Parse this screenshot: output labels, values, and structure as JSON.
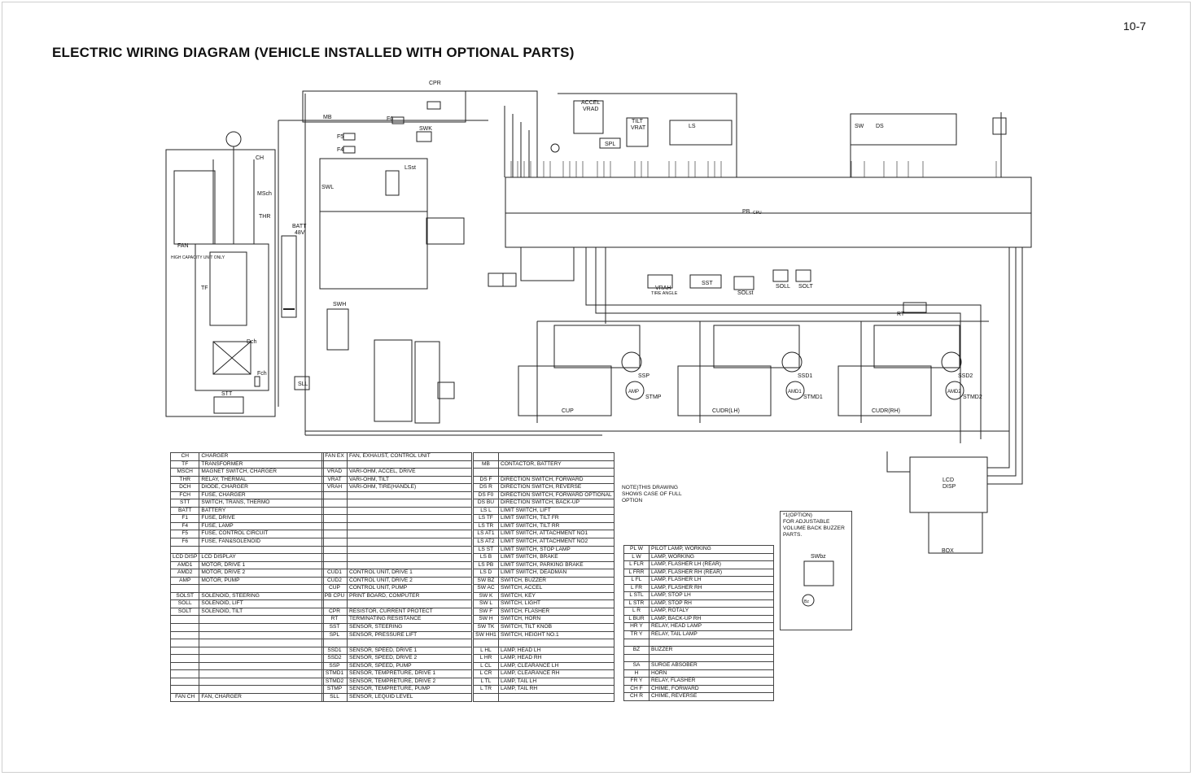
{
  "page": {
    "number": "10-7",
    "title": "ELECTRIC WIRING DIAGRAM (VEHICLE INSTALLED WITH OPTIONAL PARTS)"
  },
  "diagram": {
    "blocks": {
      "ch": "CH",
      "ms": "MSch",
      "thr": "THR",
      "tf": "TF",
      "dch": "Dch",
      "fch": "Fch",
      "stt": "STT",
      "fan_label": "FAN",
      "fan_note": "HIGH CAPACITY UNIT ONLY",
      "batt": "BATT",
      "batt_v": "48V",
      "sll": "SLL",
      "swh": "SWH",
      "cpr": "CPR",
      "f6": "F6",
      "f5": "F5",
      "f4": "F4",
      "accel": "ACCEL",
      "vrad": "VRAD",
      "spl": "SPL",
      "tilt": "TILT",
      "vrat": "VRAT",
      "pb": "PB",
      "pb_sub": "CPU",
      "vrah": "VRAH",
      "tire_angle": "TIRE ANGLE",
      "sst": "SST",
      "solst": "SOLst",
      "soll": "SOLL",
      "solt": "SOLT",
      "rt": "RT",
      "cup": "CUP",
      "cudr_lh": "CUDR(LH)",
      "cudr_rh": "CUDR(RH)",
      "ssp": "SSP",
      "ssd1": "SSD1",
      "ssd2": "SSD2",
      "stmp": "STMP",
      "stmd1": "STMD1",
      "stmd2": "STMD2",
      "amp": "AMP",
      "amd1": "AMD1",
      "amd2": "AMD2",
      "lcd": "LCD",
      "disp": "DISP",
      "box": "BOX",
      "swbz": "SWbz",
      "bz": "Bz",
      "mb": "MB",
      "swk": "SWK",
      "swl": "SWL",
      "ls_st": "LSst",
      "sw_top": "SW",
      "ds": "DS",
      "ls_group": "LS"
    }
  },
  "legend_col1": [
    [
      "CH",
      "CHARGER"
    ],
    [
      "TF",
      "TRANSFORMER"
    ],
    [
      "MSCH",
      "MAGNET SWITCH, CHARGER"
    ],
    [
      "THR",
      "RELAY, THERMAL"
    ],
    [
      "DCH",
      "DIODE, CHARGER"
    ],
    [
      "FCH",
      "FUSE, CHARGER"
    ],
    [
      "STT",
      "SWITCH, TRANS, THERMO"
    ],
    [
      "BATT",
      "BATTERY"
    ],
    [
      "F1",
      "FUSE, DRIVE"
    ],
    [
      "F4",
      "FUSE, LAMP"
    ],
    [
      "F5",
      "FUSE, CONTROL CIRCUIT"
    ],
    [
      "F6",
      "FUSE, FAN&SOLENOID"
    ],
    [
      "",
      ""
    ],
    [
      "LCD DISP",
      "LCD DISPLAY"
    ],
    [
      "AMD1",
      "MOTOR, DRIVE 1"
    ],
    [
      "AMD2",
      "MOTOR, DRIVE 2"
    ],
    [
      "AMP",
      "MOTOR, PUMP"
    ],
    [
      "",
      ""
    ],
    [
      "SOLST",
      "SOLENOID, STEERING"
    ],
    [
      "SOLL",
      "SOLENOID, LIFT"
    ],
    [
      "SOLT",
      "SOLENOID, TILT"
    ],
    [
      "",
      ""
    ],
    [
      "",
      ""
    ],
    [
      "",
      ""
    ],
    [
      "",
      ""
    ],
    [
      "",
      ""
    ],
    [
      "",
      ""
    ],
    [
      "",
      ""
    ],
    [
      "",
      ""
    ],
    [
      "",
      ""
    ],
    [
      "",
      ""
    ],
    [
      "FAN CH",
      "FAN, CHARGER"
    ]
  ],
  "legend_col2": [
    [
      "FAN EX",
      "FAN, EXHAUST, CONTROL UNIT"
    ],
    [
      "",
      ""
    ],
    [
      "VRAD",
      "VARI-OHM, ACCEL, DRIVE"
    ],
    [
      "VRAT",
      "VARI-OHM, TILT"
    ],
    [
      "VRAH",
      "VARI-OHM, TIRE(HANDLE)"
    ],
    [
      "",
      ""
    ],
    [
      "",
      ""
    ],
    [
      "",
      ""
    ],
    [
      "",
      ""
    ],
    [
      "",
      ""
    ],
    [
      "",
      ""
    ],
    [
      "",
      ""
    ],
    [
      "",
      ""
    ],
    [
      "",
      ""
    ],
    [
      "",
      ""
    ],
    [
      "CUD1",
      "CONTROL UNIT, DRIVE 1"
    ],
    [
      "CUD2",
      "CONTROL UNIT, DRIVE 2"
    ],
    [
      "CUP",
      "CONTROL UNIT, PUMP"
    ],
    [
      "PB CPU",
      "PRINT BOARD, COMPUTER"
    ],
    [
      "",
      ""
    ],
    [
      "CPR",
      "RESISTOR, CURRENT PROTECT"
    ],
    [
      "RT",
      "TERMINATING RESISTANCE"
    ],
    [
      "SST",
      "SENSOR, STEERING"
    ],
    [
      "SPL",
      "SENSOR, PRESSURE LIFT"
    ],
    [
      "",
      ""
    ],
    [
      "SSD1",
      "SENSOR, SPEED, DRIVE 1"
    ],
    [
      "SSD2",
      "SENSOR, SPEED, DRIVE 2"
    ],
    [
      "SSP",
      "SENSOR, SPEED, PUMP"
    ],
    [
      "STMD1",
      "SENSOR, TEMPRETURE, DRIVE 1"
    ],
    [
      "STMD2",
      "SENSOR, TEMPRETURE, DRIVE 2"
    ],
    [
      "STMP",
      "SENSOR, TEMPRETURE, PUMP"
    ],
    [
      "SLL",
      "SENSOR, LEQUID LEVEL"
    ]
  ],
  "legend_col3": [
    [
      "",
      ""
    ],
    [
      "MB",
      "CONTACTOR, BATTERY"
    ],
    [
      "",
      ""
    ],
    [
      "DS F",
      "DIRECTION SWITCH, FORWARD"
    ],
    [
      "DS R",
      "DIRECTION SWITCH, REVERSE"
    ],
    [
      "DS F0",
      "DIRECTION SWITCH, FORWARD OPTIONAL"
    ],
    [
      "DS BU",
      "DIRECTION SWITCH, BACK-UP"
    ],
    [
      "LS L",
      "LIMIT SWITCH, LIFT"
    ],
    [
      "LS TF",
      "LIMIT SWITCH, TILT FR"
    ],
    [
      "LS TR",
      "LIMIT SWITCH, TILT RR"
    ],
    [
      "LS AT1",
      "LIMIT SWITCH, ATTACHMENT NO1"
    ],
    [
      "LS AT2",
      "LIMIT SWITCH, ATTACHMENT NO2"
    ],
    [
      "LS ST",
      "LIMIT SWITCH, STOP LAMP"
    ],
    [
      "LS B",
      "LIMIT SWITCH, BRAKE"
    ],
    [
      "LS PB",
      "LIMIT SWITCH, PARKING BRAKE"
    ],
    [
      "LS D",
      "LIMIT SWITCH, DEADMAN"
    ],
    [
      "SW BZ",
      "SWITCH, BUZZER"
    ],
    [
      "SW AC",
      "SWITCH, ACCEL"
    ],
    [
      "SW K",
      "SWITCH, KEY"
    ],
    [
      "SW L",
      "SWITCH, LIGHT"
    ],
    [
      "SW F",
      "SWITCH, FLASHER"
    ],
    [
      "SW H",
      "SWITCH, HORN"
    ],
    [
      "SW TK",
      "SWITCH, TILT KNOB"
    ],
    [
      "SW HH1",
      "SWITCH, HEIGHT NO.1"
    ],
    [
      "",
      ""
    ],
    [
      "L HL",
      "LAMP, HEAD LH"
    ],
    [
      "L HR",
      "LAMP, HEAD RH"
    ],
    [
      "L CL",
      "LAMP, CLEARANCE LH"
    ],
    [
      "L CR",
      "LAMP, CLEARANCE RH"
    ],
    [
      "L TL",
      "LAMP, TAIL LH"
    ],
    [
      "L TR",
      "LAMP, TAIL RH"
    ],
    [
      "",
      ""
    ]
  ],
  "legend_col4": [
    [
      "PL W",
      "PILOT LAMP, WORKING"
    ],
    [
      "L W",
      "LAMP, WORKING"
    ],
    [
      "L FLR",
      "LAMP, FLASHER LH (REAR)"
    ],
    [
      "L FRR",
      "LAMP, FLASHER RH (REAR)"
    ],
    [
      "L FL",
      "LAMP, FLASHER LH"
    ],
    [
      "L FR",
      "LAMP, FLASHER RH"
    ],
    [
      "L STL",
      "LAMP, STOP LH"
    ],
    [
      "L STR",
      "LAMP, STOP RH"
    ],
    [
      "L R",
      "LAMP, ROTALY"
    ],
    [
      "L BUR",
      "LAMP, BACK-UP RH"
    ],
    [
      "HR Y",
      "RELAY, HEAD LAMP"
    ],
    [
      "TR Y",
      "RELAY, TAIL LAMP"
    ],
    [
      "",
      ""
    ],
    [
      "BZ",
      "BUZZER"
    ],
    [
      "",
      ""
    ],
    [
      "SA",
      "SURGE ABSOBER"
    ],
    [
      "H",
      "HORN"
    ],
    [
      "FR Y",
      "RELAY, FLASHER"
    ],
    [
      "CH F",
      "CHIME, FORWARD"
    ],
    [
      "CH R",
      "CHIME, REVERSE"
    ]
  ],
  "notes": {
    "drawing": "NOTE)THIS DRAWING SHOWS CASE OF FULL OPTION",
    "option_title": "*1(OPTION)",
    "option_body": "FOR ADJUSTABLE VOLUME BACK BUZZER PARTS."
  }
}
